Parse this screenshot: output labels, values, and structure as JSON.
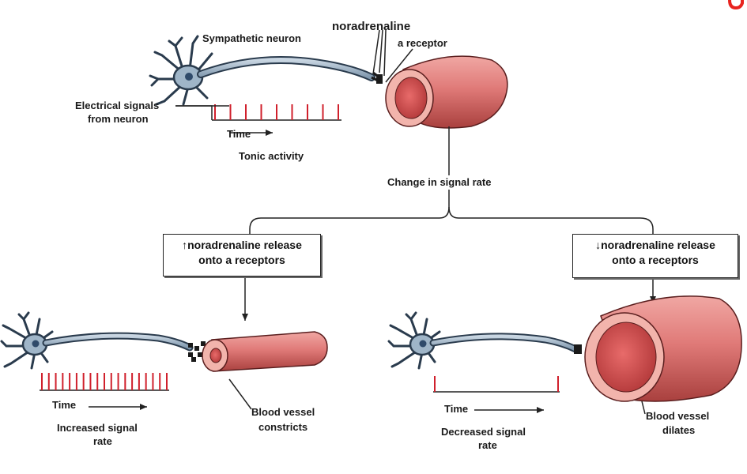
{
  "labels": {
    "noradrenaline": "noradrenaline",
    "a_receptor": "a receptor",
    "sympathetic_neuron": "Sympathetic neuron",
    "electrical_signals_1": "Electrical signals",
    "electrical_signals_2": "from neuron",
    "time": "Time",
    "tonic_activity": "Tonic activity",
    "change_in_signal_rate": "Change in signal rate",
    "increased_1": "Increased signal",
    "increased_2": "rate",
    "decreased_1": "Decreased signal",
    "decreased_2": "rate",
    "constricts_1": "Blood vessel",
    "constricts_2": "constricts",
    "dilates_1": "Blood vessel",
    "dilates_2": "dilates"
  },
  "boxes": {
    "left": {
      "line1": "↑noradrenaline release",
      "line2": "onto a receptors"
    },
    "right": {
      "line1": "↓noradrenaline release",
      "line2": "onto a receptors"
    }
  },
  "spike_trains": {
    "tonic_count": 9,
    "increased_count": 19,
    "decreased_count": 2
  },
  "colors": {
    "spike": "#d0202c",
    "vessel": "#e07a78",
    "vessel_dark": "#b8413f",
    "neuron": "#9fb5c8",
    "accent_red": "#e8231f"
  }
}
